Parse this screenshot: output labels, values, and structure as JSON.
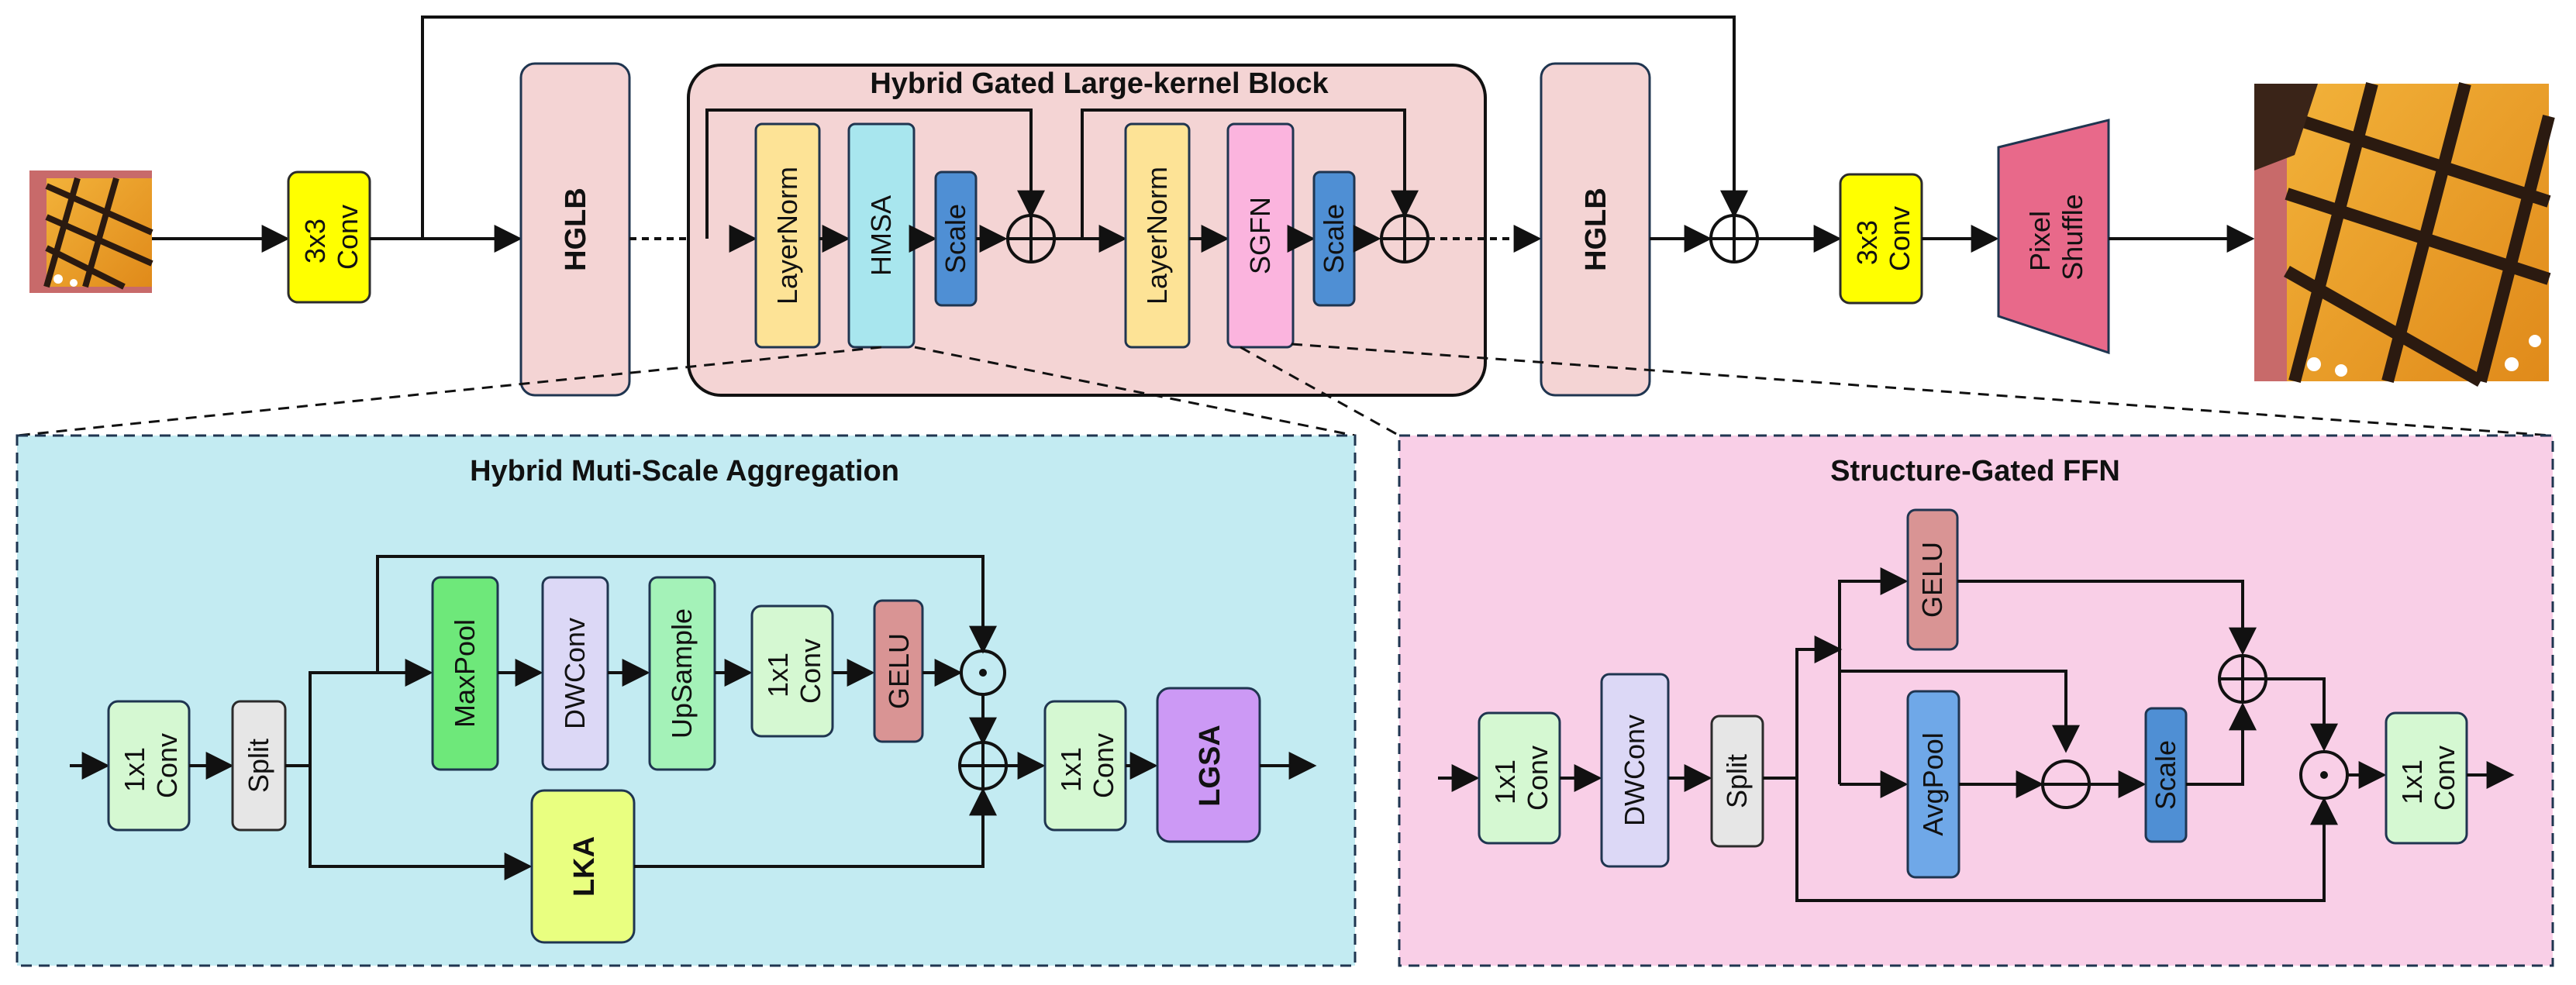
{
  "top": {
    "conv_in": [
      "3x3",
      "Conv"
    ],
    "hglb_left": "HGLB",
    "hglb_right": "HGLB",
    "block_title": "Hybrid Gated Large-kernel Block",
    "layernorm1": "LayerNorm",
    "hmsa": "HMSA",
    "scale1": "Scale",
    "layernorm2": "LayerNorm",
    "sgfn": "SGFN",
    "scale2": "Scale",
    "conv_out": [
      "3x3",
      "Conv"
    ],
    "pixel_shuffle": [
      "Pixel",
      "Shuffle"
    ]
  },
  "hmsa_panel": {
    "title": "Hybrid Muti-Scale Aggregation",
    "conv_in": [
      "1x1",
      "Conv"
    ],
    "split": "Split",
    "maxpool": "MaxPool",
    "dwconv": "DWConv",
    "upsample": "UpSample",
    "conv_mid": [
      "1x1",
      "Conv"
    ],
    "gelu": "GELU",
    "lka": "LKA",
    "conv_out": [
      "1x1",
      "Conv"
    ],
    "lgsa": "LGSA"
  },
  "sgfn_panel": {
    "title": "Structure-Gated FFN",
    "conv_in": [
      "1x1",
      "Conv"
    ],
    "dwconv": "DWConv",
    "split": "Split",
    "gelu": "GELU",
    "avgpool": "AvgPool",
    "scale": "Scale",
    "conv_out": [
      "1x1",
      "Conv"
    ]
  },
  "colors": {
    "conv_yellow": "#ffff00",
    "hglb_fill": "#f4d4d4",
    "layernorm": "#fde396",
    "hmsa": "#a8e6ee",
    "scale": "#4f8fd4",
    "sgfn": "#fbb4de",
    "pixel_shuffle": "#e8698a",
    "hmsa_panel_bg": "#c3ebf2",
    "sgfn_panel_bg": "#f9cfe7",
    "conv_green": "#d5f8d2",
    "split_gray": "#e6e6e6",
    "maxpool_green": "#6ee87a",
    "dwconv_lavender": "#dcd8f6",
    "upsample_green": "#a4f2b8",
    "gelu_red": "#d99494",
    "lka_lime": "#e9ff80",
    "lgsa_purple": "#cc99f5"
  },
  "icons": [
    "butterfly-input-image",
    "butterfly-output-image",
    "add-operator",
    "multiply-operator",
    "subtract-operator"
  ]
}
